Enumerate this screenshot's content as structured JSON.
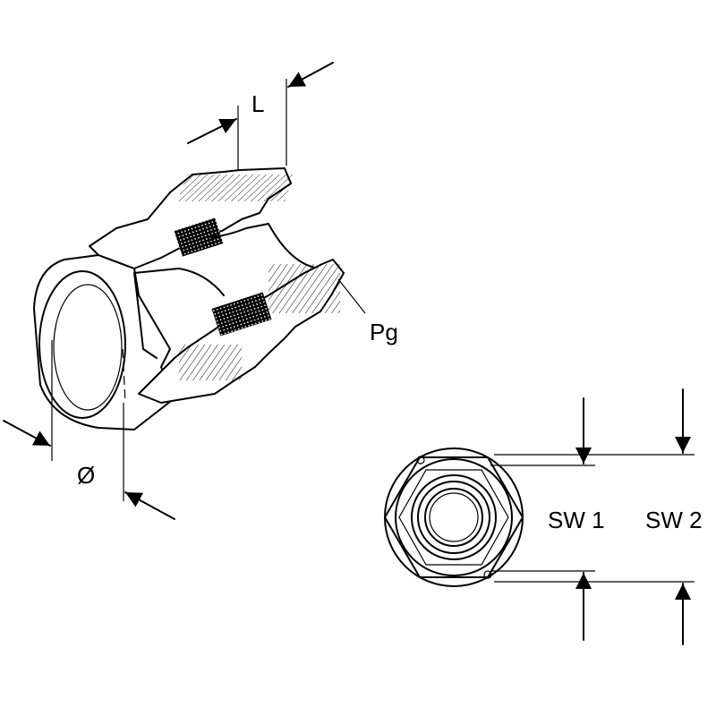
{
  "labels": {
    "length": "L",
    "thread": "Pg",
    "diameter": "Ø",
    "wrench_size_1": "SW 1",
    "wrench_size_2": "SW 2"
  },
  "colors": {
    "line": "#000000",
    "background": "#ffffff"
  }
}
